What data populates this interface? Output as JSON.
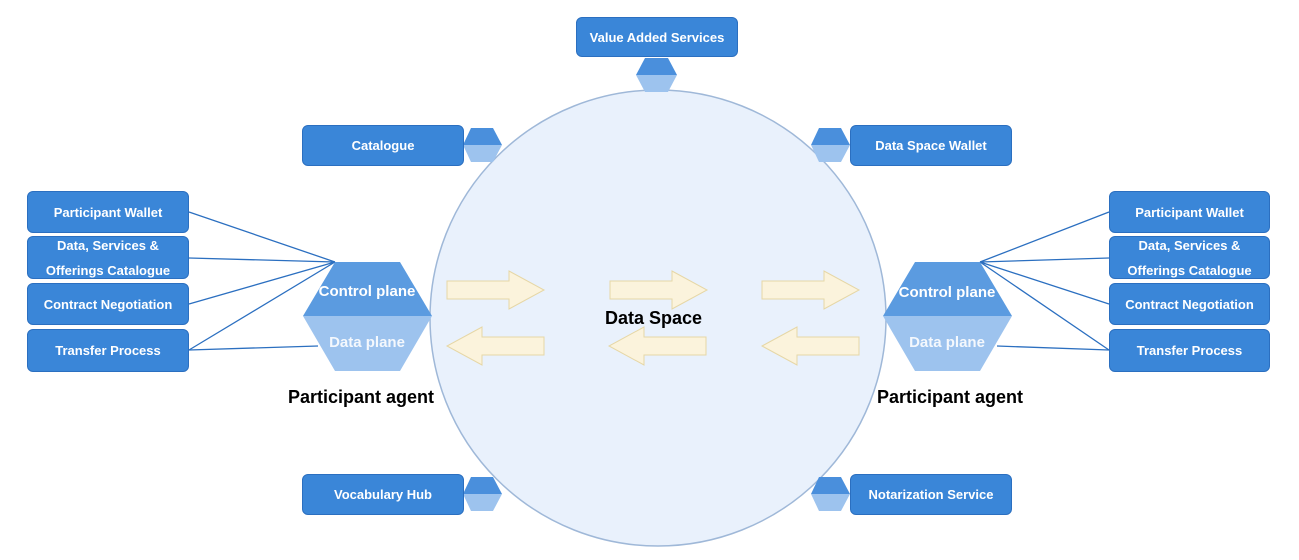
{
  "diagram": {
    "center_label": "Data Space",
    "services": {
      "value_added": "Value Added Services",
      "catalogue": "Catalogue",
      "wallet": "Data Space Wallet",
      "vocabulary": "Vocabulary Hub",
      "notarization": "Notarization Service"
    },
    "left_agent": {
      "title": "Participant agent",
      "control_plane": "Control plane",
      "data_plane": "Data plane",
      "components": [
        "Participant Wallet",
        "Data, Services & Offerings Catalogue",
        "Contract Negotiation",
        "Transfer Process"
      ]
    },
    "right_agent": {
      "title": "Participant agent",
      "control_plane": "Control plane",
      "data_plane": "Data plane",
      "components": [
        "Participant Wallet",
        "Data, Services & Offerings Catalogue",
        "Contract Negotiation",
        "Transfer Process"
      ]
    },
    "colors": {
      "box": "#3a86d8",
      "hex_top": "#5b9be0",
      "hex_bottom": "#9dc3ee",
      "circle": "#e9f1fc",
      "arrow": "#fbf3dc"
    }
  }
}
